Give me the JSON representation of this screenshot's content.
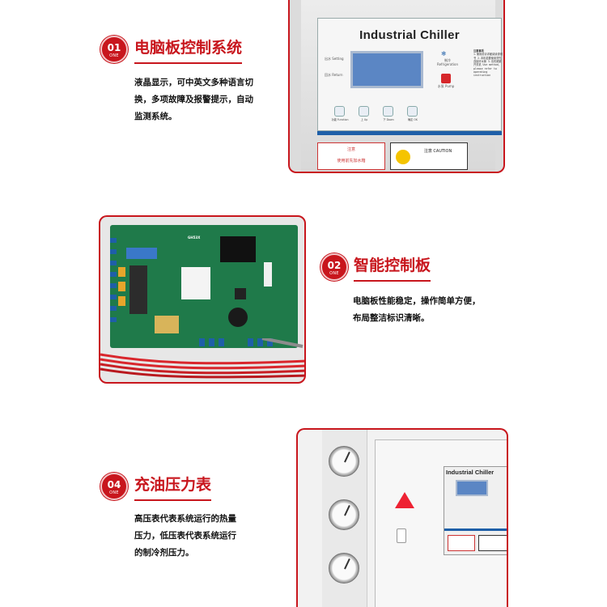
{
  "sections": [
    {
      "number": "01",
      "sub": "ONE",
      "title": "电脑板控制系统",
      "desc_lines": [
        "液晶显示，可中英文多种语言切",
        "换，多项故障及报警提示，自动",
        "监测系统。"
      ]
    },
    {
      "number": "02",
      "sub": "ONE",
      "title": "智能控制板",
      "desc_lines": [
        "电脑板性能稳定，操作简单方便，",
        "布局整洁标识清晰。"
      ]
    },
    {
      "number": "04",
      "sub": "ONE",
      "title": "充油压力表",
      "desc_lines": [
        "高压表代表系统运行的热量",
        "压力，低压表代表系统运行",
        "的制冷剂压力。"
      ]
    }
  ],
  "photo1": {
    "brand": "Industrial Chiller",
    "lcd_left_labels": [
      "出水 Setting",
      "回水 Return"
    ],
    "refrigeration_label": "制冷 Refrigeration",
    "pump_label": "水泵 Pump",
    "notes_title": "注意事项",
    "notes_text": "1.使用前请详细阅读说明书 2.本机若要使用须先连接好水管 3.请勿频繁开关机 Use method, please refer to operating instruction",
    "buttons": [
      "功能 Function",
      "上 Up",
      "下 Down",
      "确定 OK"
    ],
    "warning_label": "注意",
    "warning_text": "使用前先加水箱",
    "caution_label": "注意 CAUTION"
  },
  "photo2": {
    "board_label": "GH53X"
  },
  "photo3": {
    "brand": "Industrial Chiller"
  },
  "colors": {
    "accent": "#c8161d",
    "pcb": "#1f7a4a",
    "lcd": "#5b86c4"
  }
}
